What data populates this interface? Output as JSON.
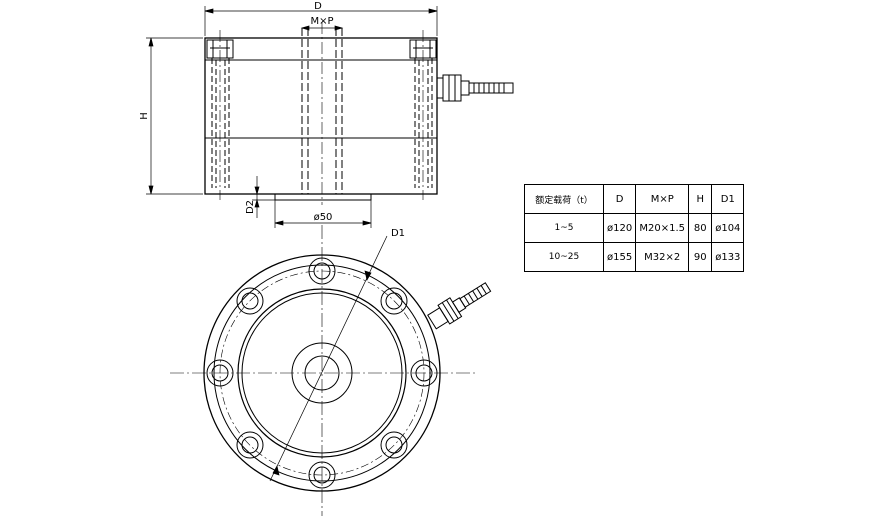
{
  "labels": {
    "D": "D",
    "MxP": "M×P",
    "H": "H",
    "D2": "D2",
    "phi50": "ø50",
    "D1": "D1"
  },
  "table": {
    "headers": [
      "额定载荷（t）",
      "D",
      "M×P",
      "H",
      "D1"
    ],
    "rows": [
      [
        "1~5",
        "ø120",
        "M20×1.5",
        "80",
        "ø104"
      ],
      [
        "10~25",
        "ø155",
        "M32×2",
        "90",
        "ø133"
      ]
    ]
  }
}
